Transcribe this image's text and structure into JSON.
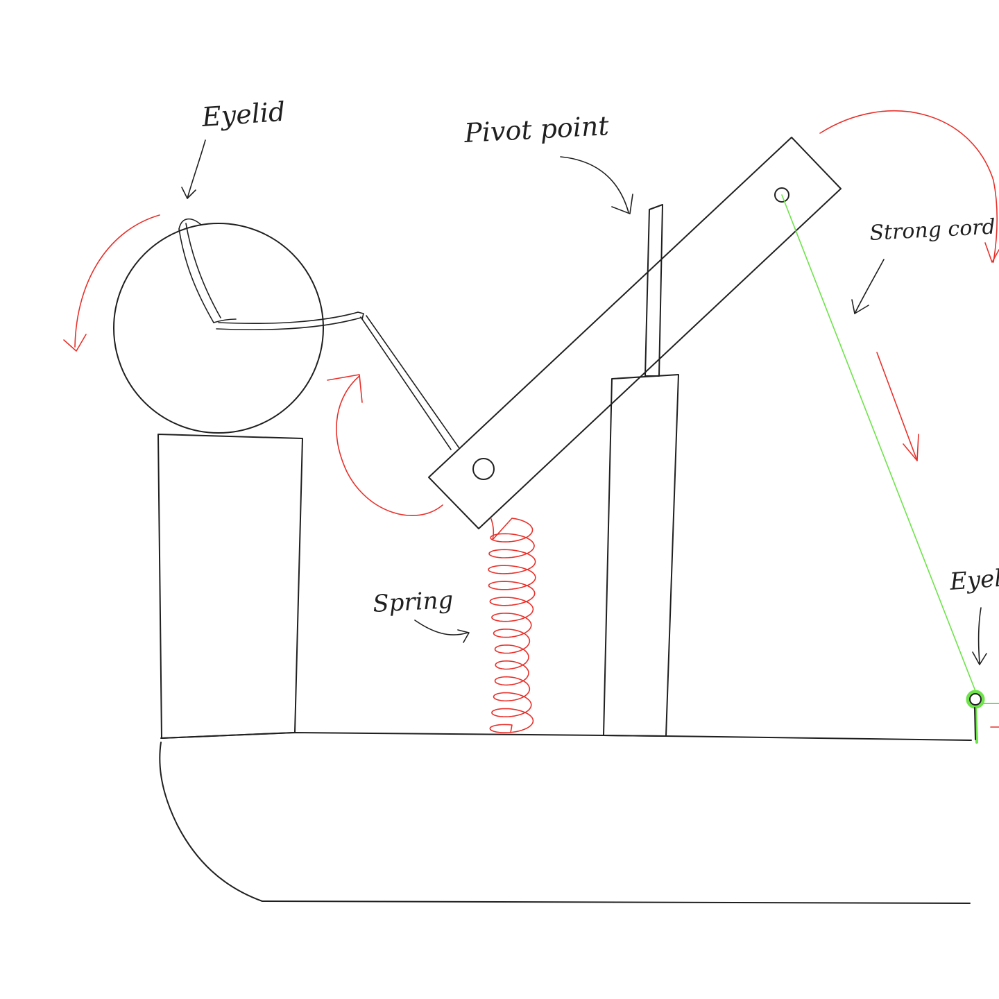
{
  "labels": {
    "eyelid_left": "Eyelid",
    "pivot_point": "Pivot point",
    "strong_cord": "Strong cord",
    "spring": "Spring",
    "eyelid_right": "Eyele"
  },
  "colors": {
    "ink": "#1f1f1f",
    "motion_arrow": "#e8302a",
    "spring": "#e8302a",
    "cord": "#6ee34a"
  }
}
